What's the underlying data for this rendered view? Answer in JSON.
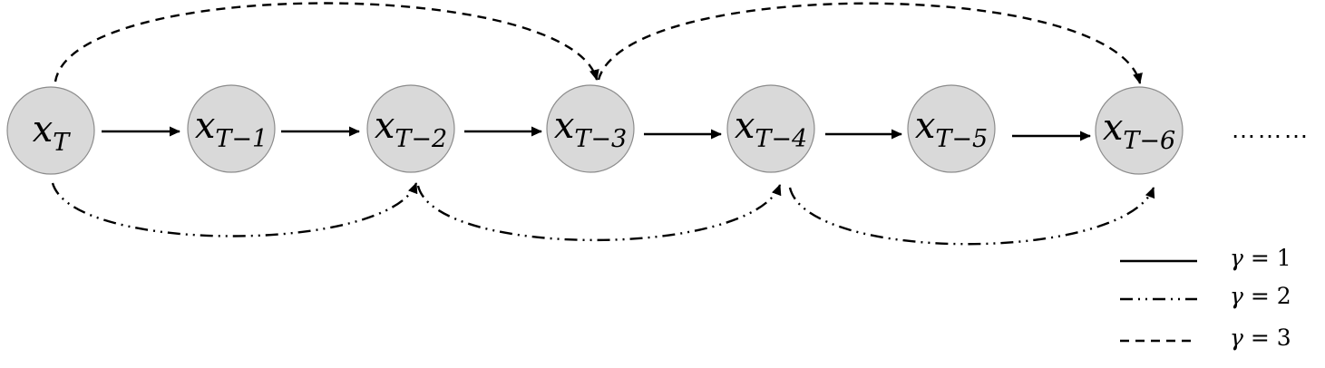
{
  "nodes": [
    {
      "var": "x",
      "sub": "T"
    },
    {
      "var": "x",
      "sub": "T−1"
    },
    {
      "var": "x",
      "sub": "T−2"
    },
    {
      "var": "x",
      "sub": "T−3"
    },
    {
      "var": "x",
      "sub": "T−4"
    },
    {
      "var": "x",
      "sub": "T−5"
    },
    {
      "var": "x",
      "sub": "T−6"
    }
  ],
  "edges": [
    {
      "from": 0,
      "to": 1,
      "style": "gamma1"
    },
    {
      "from": 1,
      "to": 2,
      "style": "gamma1"
    },
    {
      "from": 2,
      "to": 3,
      "style": "gamma1"
    },
    {
      "from": 3,
      "to": 4,
      "style": "gamma1"
    },
    {
      "from": 4,
      "to": 5,
      "style": "gamma1"
    },
    {
      "from": 5,
      "to": 6,
      "style": "gamma1"
    },
    {
      "from": 0,
      "to": 2,
      "style": "gamma2"
    },
    {
      "from": 2,
      "to": 4,
      "style": "gamma2"
    },
    {
      "from": 4,
      "to": 6,
      "style": "gamma2"
    },
    {
      "from": 0,
      "to": 3,
      "style": "gamma3"
    },
    {
      "from": 3,
      "to": 6,
      "style": "gamma3"
    }
  ],
  "ellipsis": "………",
  "legend": [
    {
      "style": "gamma1",
      "symbol": "γ",
      "rest": " = 1"
    },
    {
      "style": "gamma2",
      "symbol": "γ",
      "rest": " = 2"
    },
    {
      "style": "gamma3",
      "symbol": "γ",
      "rest": " = 3"
    }
  ]
}
